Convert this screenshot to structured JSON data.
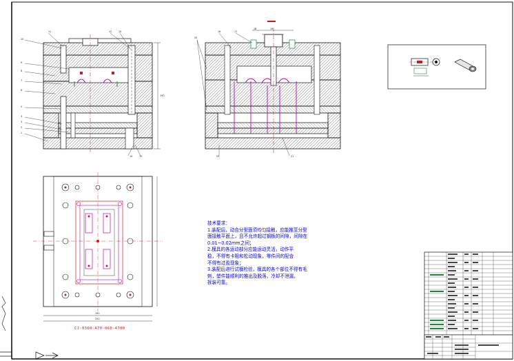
{
  "drawing": {
    "tech_requirements": {
      "title": "技术要求：",
      "lines": [
        "1.装配后，动合分型面须均匀接触，应能推至分型",
        "面接触平面上，且不允许超过钢板的间隙，间隙在",
        "0.01~0.02mm之间；",
        "2.模具的各运动部分应能运动灵活，动作平",
        "稳，不得有卡阻和松动现象，零件间的配合",
        "不得有过盈现象；",
        "3.装配后进行试模检验，模具的各个部位不得有毛",
        "刺，塑件能顺利的推出及脱落，冷却不泄漏，",
        "拆装可靠。"
      ]
    },
    "part_number": "CJ-0360-A70-060-4700",
    "colors": {
      "line": "#111111",
      "hatch": "#555555",
      "red": "#cc1a1a",
      "blue": "#0000e6",
      "magenta": "#c000c0",
      "green": "#1a8a3a",
      "cyan": "#1a9aa6"
    }
  }
}
